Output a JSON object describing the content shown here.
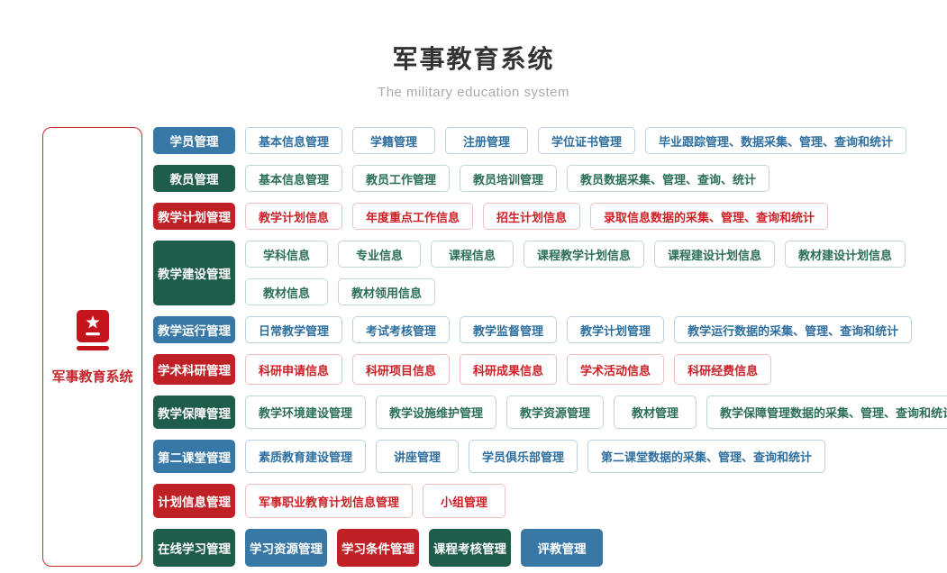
{
  "header": {
    "title": "军事教育系统",
    "subtitle": "The military education system"
  },
  "sidebar": {
    "label": "军事教育系统",
    "icon": "red-book-star-icon"
  },
  "colors": {
    "blue": "#3878a6",
    "green": "#1e5c4b",
    "red": "#c02127",
    "blue_border": "#bad3e3",
    "green_border": "#bfdad0",
    "red_border": "#f0bfc1",
    "root_border": "#cf2a2e",
    "title_text": "#333333",
    "subtitle_text": "#aaaaaa"
  },
  "rows": [
    {
      "category": "学员管理",
      "color": "blue",
      "items": [
        "基本信息管理",
        "学籍管理",
        "注册管理",
        "学位证书管理",
        "毕业跟踪管理、数据采集、管理、查询和统计"
      ]
    },
    {
      "category": "教员管理",
      "color": "green",
      "items": [
        "基本信息管理",
        "教员工作管理",
        "教员培训管理",
        "教员数据采集、管理、查询、统计"
      ]
    },
    {
      "category": "教学计划管理",
      "color": "red",
      "items": [
        "教学计划信息",
        "年度重点工作信息",
        "招生计划信息",
        "录取信息数据的采集、管理、查询和统计"
      ]
    },
    {
      "category": "教学建设管理",
      "color": "green",
      "lines": [
        [
          "学科信息",
          "专业信息",
          "课程信息",
          "课程教学计划信息",
          "课程建设计划信息",
          "教材建设计划信息"
        ],
        [
          "教材信息",
          "教材领用信息"
        ]
      ]
    },
    {
      "category": "教学运行管理",
      "color": "blue",
      "items": [
        "日常教学管理",
        "考试考核管理",
        "教学监督管理",
        "教学计划管理",
        "教学运行数据的采集、管理、查询和统计"
      ]
    },
    {
      "category": "学术科研管理",
      "color": "red",
      "items": [
        "科研申请信息",
        "科研项目信息",
        "科研成果信息",
        "学术活动信息",
        "科研经费信息"
      ]
    },
    {
      "category": "教学保障管理",
      "color": "green",
      "items": [
        "教学环境建设管理",
        "教学设施维护管理",
        "教学资源管理",
        "教材管理",
        "教学保障管理数据的采集、管理、查询和统计"
      ]
    },
    {
      "category": "第二课堂管理",
      "color": "blue",
      "items": [
        "素质教育建设管理",
        "讲座管理",
        "学员俱乐部管理",
        "第二课堂数据的采集、管理、查询和统计"
      ]
    },
    {
      "category": "计划信息管理",
      "color": "red",
      "items": [
        "军事职业教育计划信息管理",
        "小组管理"
      ]
    },
    {
      "category": "在线学习管理",
      "color": "green",
      "items": [
        {
          "label": "学习资源管理",
          "color": "blue",
          "variant": "filled"
        },
        {
          "label": "学习条件管理",
          "color": "red",
          "variant": "filled"
        },
        {
          "label": "课程考核管理",
          "color": "green",
          "variant": "filled"
        },
        {
          "label": "评教管理",
          "color": "blue",
          "variant": "filled"
        }
      ]
    }
  ]
}
